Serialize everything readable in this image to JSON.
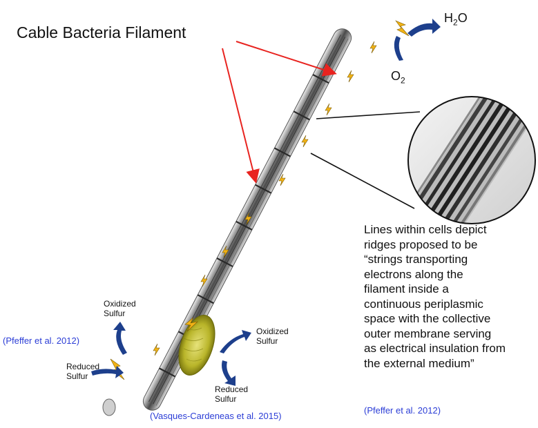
{
  "title": "Cable Bacteria Filament",
  "top_labels": {
    "water_prefix": "H",
    "water_sub": "2",
    "water_suffix": "O",
    "oxygen_prefix": "O",
    "oxygen_sub": "2"
  },
  "left_labels": {
    "oxidized": [
      "Oxidized",
      "Sulfur"
    ],
    "reduced": [
      "Reduced",
      "Sulfur"
    ]
  },
  "center_labels": {
    "oxidized": [
      "Oxidized",
      "Sulfur"
    ],
    "reduced": [
      "Reduced",
      "Sulfur"
    ]
  },
  "citations": {
    "left": "(Pfeffer et al. 2012)",
    "bottom": "(Vasques-Cardeneas et al. 2015)",
    "right": "(Pfeffer et al. 2012)"
  },
  "description_lines": [
    "Lines within cells depict",
    "ridges proposed to be",
    "“strings transporting",
    "electrons along the",
    "filament inside a",
    "continuous periplasmic",
    "space with the collective",
    "outer membrane serving",
    "as electrical insulation from",
    "the external medium”"
  ],
  "colors": {
    "arrow_red": "#e8231f",
    "curved_arrow_blue": "#1d3f8c",
    "citation_blue": "#2b3dd6",
    "lightning": "#f2b315",
    "cell_yellow_green": "#b9b52a"
  }
}
